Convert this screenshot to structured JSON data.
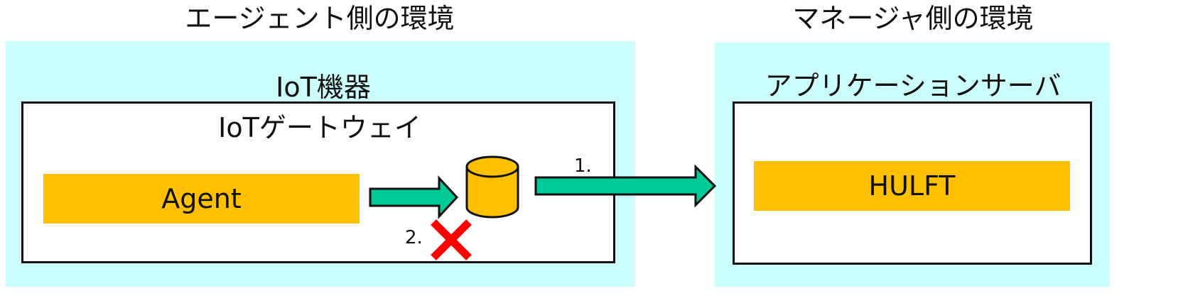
{
  "agent_env": {
    "title": "エージェント側の環境",
    "device_label": "IoT機器",
    "gateway_label": "IoTゲートウェイ",
    "component_label": "Agent"
  },
  "manager_env": {
    "title": "マネージャ側の環境",
    "server_label": "アプリケーションサーバ",
    "component_label": "HULFT"
  },
  "steps": {
    "step1": "1.",
    "step2": "2."
  },
  "colors": {
    "environment_fill": "#ccfdfd",
    "component_fill": "#ffc000",
    "arrow_fill": "#00c896",
    "blocked_mark": "#ff0000"
  },
  "icons": {
    "storage": "database-cylinder-icon",
    "blocked": "red-cross-icon"
  }
}
